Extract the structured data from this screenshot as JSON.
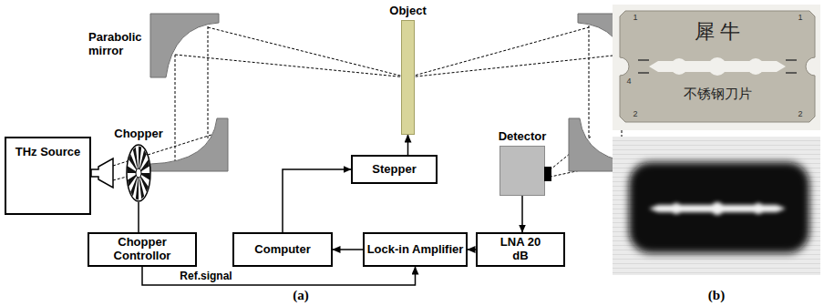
{
  "diagram": {
    "nodes": [
      {
        "text": [
          "THz Source"
        ]
      },
      {
        "text": [
          "Chopper"
        ]
      },
      {
        "text": [
          "Object"
        ]
      },
      {
        "text": [
          "Stepper"
        ]
      },
      {
        "text": [
          "Detector"
        ]
      },
      {
        "text": [
          "Chopper Controllor"
        ]
      },
      {
        "text": [
          "Computer"
        ]
      },
      {
        "text": [
          "Lock-in Amplifier"
        ]
      },
      {
        "text": [
          "LNA 20 dB"
        ]
      }
    ],
    "edges": [
      {
        "from": 5,
        "to": 1,
        "arrow": "none"
      },
      {
        "from": 6,
        "to": 3,
        "arrow": "to"
      },
      {
        "from": 3,
        "to": 2,
        "arrow": "to"
      },
      {
        "from": 4,
        "to": 8,
        "arrow": "to"
      },
      {
        "from": 8,
        "to": 7,
        "arrow": "to"
      },
      {
        "from": 7,
        "to": 6,
        "arrow": "to"
      },
      {
        "from": 5,
        "to": 7,
        "label": "Ref.signal",
        "arrow": "to"
      }
    ],
    "labels": [
      "Parabolic mirror",
      "(a)",
      "(b)",
      "犀 牛",
      "不锈钢刀片",
      "1",
      "1",
      "4",
      "2",
      "2"
    ]
  }
}
